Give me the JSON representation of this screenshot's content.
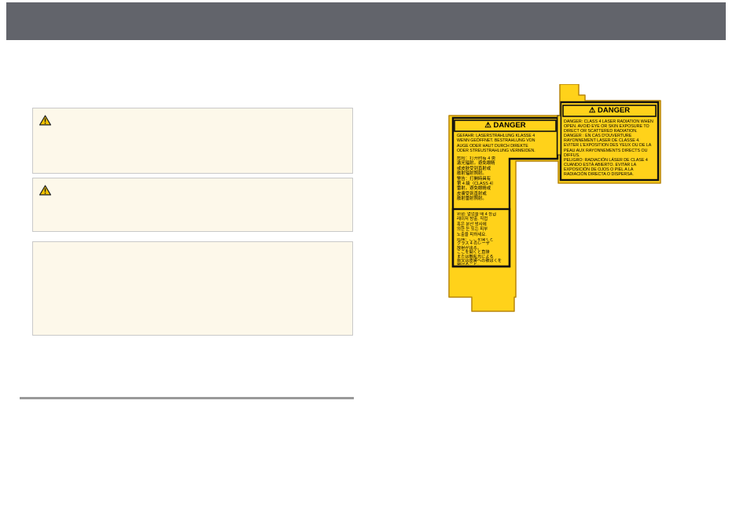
{
  "header": {
    "background": "#62646b"
  },
  "notices": [
    {
      "type": "warning",
      "icon": "warning-triangle-icon",
      "text": ""
    },
    {
      "type": "warning",
      "icon": "warning-triangle-icon",
      "text": ""
    },
    {
      "type": "note",
      "text": ""
    }
  ],
  "colors": {
    "notice_background": "#fdf8ea",
    "label_yellow": "#ffd21a",
    "label_outline": "#b8860b",
    "label_black": "#111111"
  },
  "label": {
    "left_panel": {
      "title": "⚠ DANGER",
      "text_de": "GEFAHR: LASERSTRAHLUNG KLASSE 4\nWENN GEÖFFNET. BESTRAHLUNG VON\nAUGE ODER HAUT DURCH DIREKTE\nODER STREUSTRAHLUNG VERMEIDEN.",
      "text_cjk": "危险：打开时有 4 类\n激光辐射。避免眼睛\n或皮肤受到直射或\n散射辐射照射。\n警告：打開時具有\n第 4 級（CLASS 4）\n雷射。避免眼睛或\n皮膚受到直射或\n散射雷射照射。",
      "text_kr": "위험: 열었을 때 4 등급\n레이저 방출. 직접\n혹은 분산 방사에\n의한 눈 또는 피부\n노출을 피하세요.",
      "text_jp": "危険：ここを開くと\nクラス 4 のレーザ\n放射が出る。\nここを開くと直接\nまたは散乱光による\n目又は皮膚への被ばくを\n避けること。"
    },
    "right_panel": {
      "title": "⚠ DANGER",
      "text": "DANGER: CLASS 4 LASER RADIATION WHEN OPEN. AVOID EYE OR SKIN EXPOSURE TO DIRECT OR SCATTERED RADIATION.\nDANGER : EN CAS D'OUVERTURE RAYONNEMENT LASER DE CLASSE 4. EVITER L'EXPOSITION DES YEUX OU DE LA PEAU AUX RAYONNEMENTS DIRECTS OU DIFFUS.\nPELIGRO: RADIACIÓN LÁSER DE CLASE 4 CUANDO ESTÁ ABIERTO. EVITAR LA EXPOSICIÓN DE OJOS O PIEL A LA RADIACIÓN DIRECTA O DISPERSA."
    }
  }
}
